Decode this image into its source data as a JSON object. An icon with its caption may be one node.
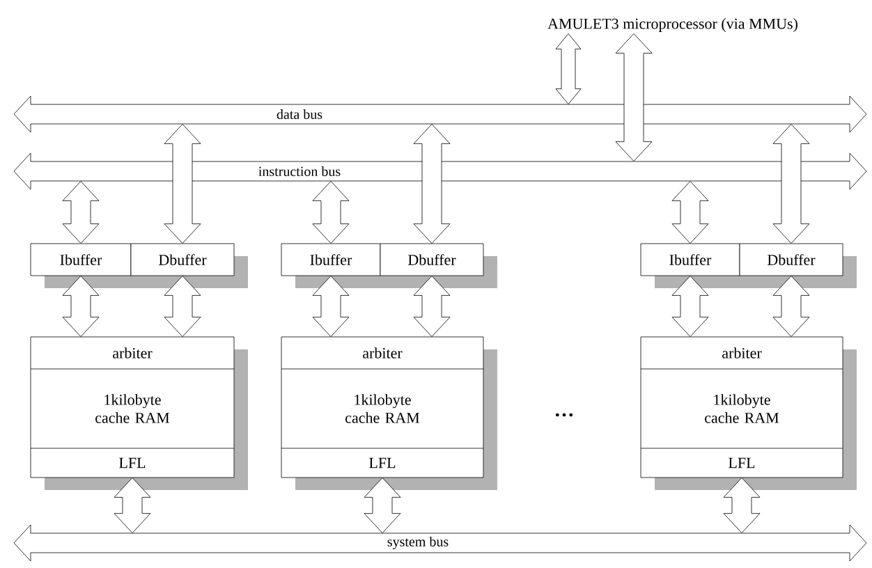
{
  "diagram": {
    "nodes": [
      {
        "text": [
          "AMULET3 microprocessor (via MMUs)"
        ]
      },
      {
        "text": [
          "data bus"
        ]
      },
      {
        "text": [
          "instruction bus"
        ]
      },
      {
        "text": [
          "Ibuffer"
        ]
      },
      {
        "text": [
          "Dbuffer"
        ]
      },
      {
        "text": [
          "arbiter",
          "1kilobyte cache RAM",
          "LFL"
        ]
      },
      {
        "text": [
          "Ibuffer"
        ]
      },
      {
        "text": [
          "Dbuffer"
        ]
      },
      {
        "text": [
          "arbiter",
          "1kilobyte cache RAM",
          "LFL"
        ]
      },
      {
        "text": [
          "Ibuffer"
        ]
      },
      {
        "text": [
          "Dbuffer"
        ]
      },
      {
        "text": [
          "arbiter",
          "1kilobyte cache RAM",
          "LFL"
        ]
      },
      {
        "text": [
          "system bus"
        ]
      }
    ],
    "edges": [
      {
        "from": 0,
        "to": 1,
        "arrow": "both"
      },
      {
        "from": 0,
        "to": 2,
        "arrow": "both"
      },
      {
        "from": 1,
        "to": 4,
        "arrow": "both"
      },
      {
        "from": 2,
        "to": 3,
        "arrow": "both"
      },
      {
        "from": 3,
        "to": 5,
        "arrow": "both"
      },
      {
        "from": 4,
        "to": 5,
        "arrow": "both"
      },
      {
        "from": 5,
        "to": 12,
        "arrow": "both"
      },
      {
        "from": 1,
        "to": 7,
        "arrow": "both"
      },
      {
        "from": 2,
        "to": 6,
        "arrow": "both"
      },
      {
        "from": 6,
        "to": 8,
        "arrow": "both"
      },
      {
        "from": 7,
        "to": 8,
        "arrow": "both"
      },
      {
        "from": 8,
        "to": 12,
        "arrow": "both"
      },
      {
        "from": 1,
        "to": 10,
        "arrow": "both"
      },
      {
        "from": 2,
        "to": 9,
        "arrow": "both"
      },
      {
        "from": 9,
        "to": 11,
        "arrow": "both"
      },
      {
        "from": 10,
        "to": 11,
        "arrow": "both"
      },
      {
        "from": 11,
        "to": 12,
        "arrow": "both"
      }
    ],
    "labels": [
      "…"
    ]
  }
}
